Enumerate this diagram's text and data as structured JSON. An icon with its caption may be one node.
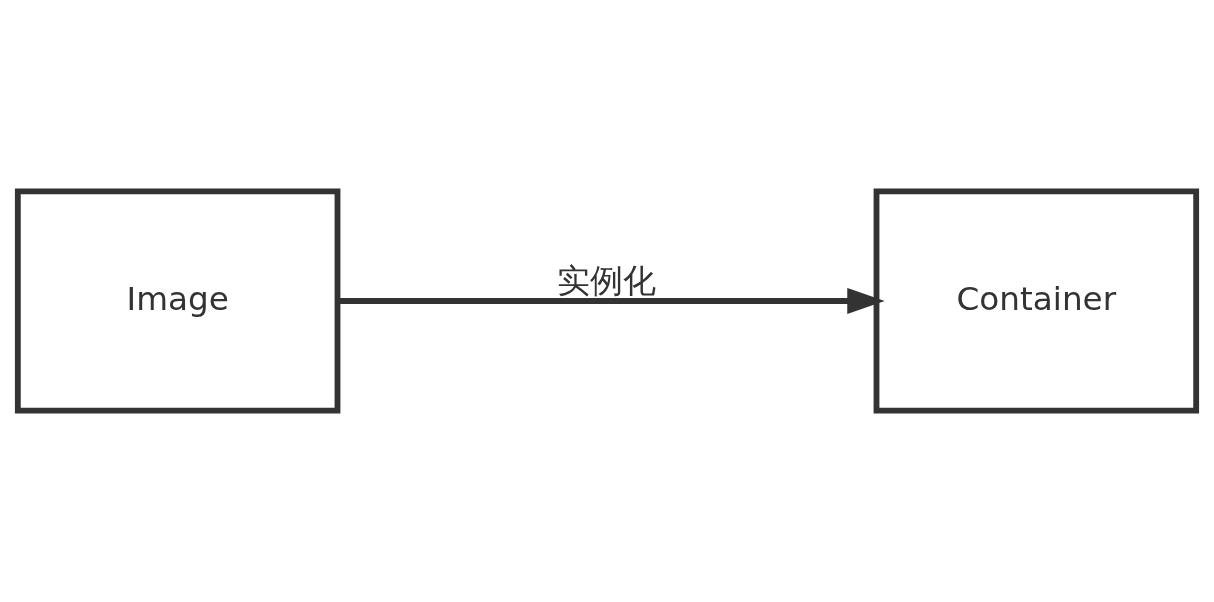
{
  "diagram": {
    "nodes": [
      {
        "text": [
          "Image"
        ]
      },
      {
        "text": [
          "Container"
        ]
      }
    ],
    "edges": [
      {
        "from": 0,
        "to": 1,
        "arrow": "to",
        "label": "实例化"
      }
    ]
  }
}
